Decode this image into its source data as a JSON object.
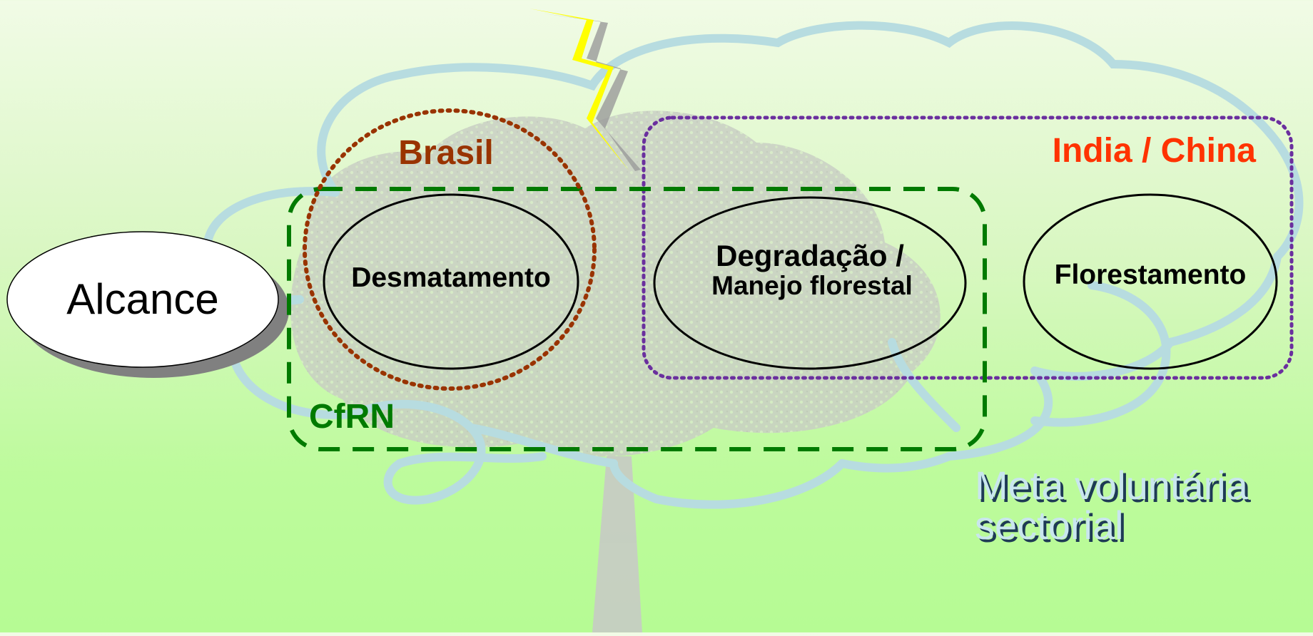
{
  "scope": {
    "label": "Alcance"
  },
  "countries": {
    "brasil": {
      "label": "Brasil",
      "color": "#993300"
    },
    "india_china": {
      "label": "India / China",
      "color": "#ff3300"
    }
  },
  "mechanism": {
    "label": "CfRN",
    "color": "#007a00"
  },
  "activities": {
    "deforestation": {
      "label": "Desmatamento"
    },
    "degradation": {
      "line1": "Degradação /",
      "line2": "Manejo florestal"
    },
    "afforestation": {
      "label": "Florestamento"
    }
  },
  "target": {
    "line1": "Meta voluntária",
    "line2": "sectorial"
  },
  "colors": {
    "cloud_outline": "#b7dce0",
    "tree": "#cfcfcf",
    "bolt": "#ffff00",
    "india_border": "#6a2f9e",
    "scope_shadow": "#808080"
  }
}
